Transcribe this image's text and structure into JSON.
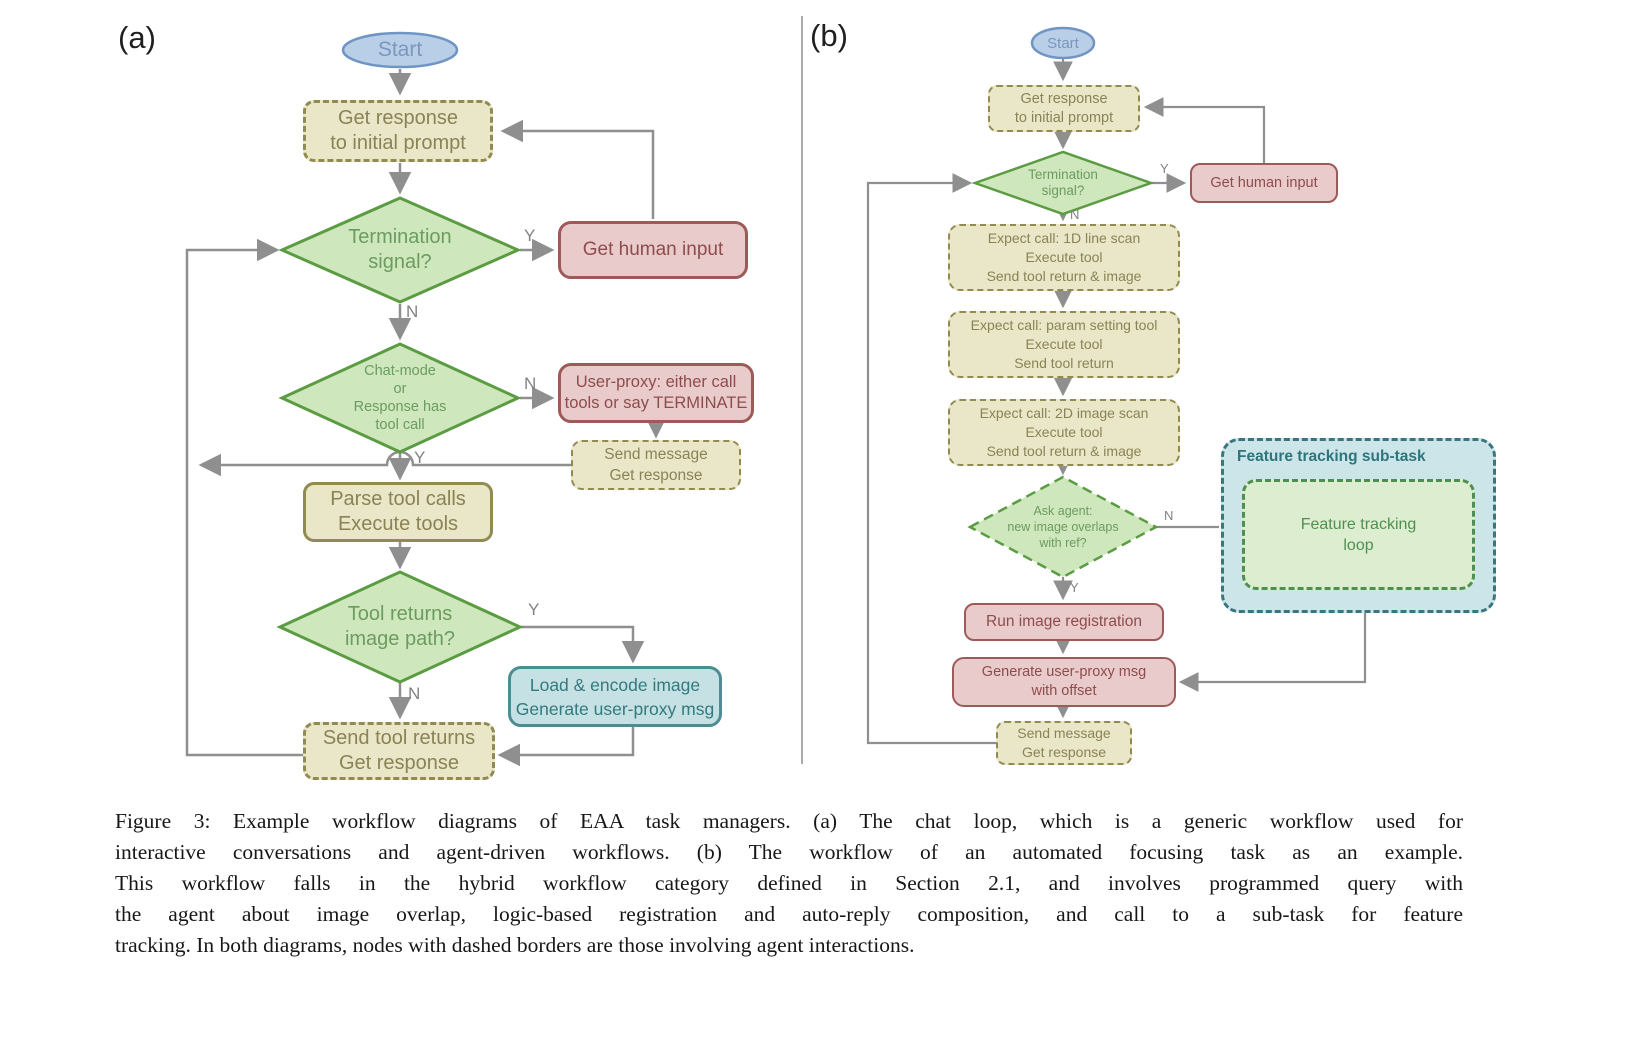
{
  "figure": {
    "panel_a_label": "(a)",
    "panel_b_label": "(b)",
    "labels": {
      "yes": "Y",
      "no": "N"
    },
    "a": {
      "start": "Start",
      "get_response": [
        "Get response",
        "to initial prompt"
      ],
      "termination": [
        "Termination",
        "signal?"
      ],
      "get_human_input": "Get human input",
      "chat_mode": [
        "Chat-mode",
        "or",
        "Response has",
        "tool call"
      ],
      "user_proxy": [
        "User-proxy: either call",
        "tools or say TERMINATE"
      ],
      "send_message": [
        "Send message",
        "Get response"
      ],
      "parse_tools": [
        "Parse tool calls",
        "Execute tools"
      ],
      "tool_returns": [
        "Tool returns",
        "image path?"
      ],
      "load_encode": [
        "Load & encode image",
        "Generate user-proxy msg"
      ],
      "send_tool_returns": [
        "Send tool returns",
        "Get response"
      ]
    },
    "b": {
      "start": "Start",
      "get_response": [
        "Get response",
        "to initial prompt"
      ],
      "termination": [
        "Termination",
        "signal?"
      ],
      "get_human_input": "Get human input",
      "expect_1d": [
        "Expect call: 1D line scan",
        "Execute tool",
        "Send tool return & image"
      ],
      "expect_param": [
        "Expect call: param setting tool",
        "Execute tool",
        "Send tool return"
      ],
      "expect_2d": [
        "Expect call: 2D image scan",
        "Execute tool",
        "Send tool return & image"
      ],
      "ask_agent": [
        "Ask agent:",
        "new image overlaps",
        "with ref?"
      ],
      "subtask_title": "Feature tracking sub-task",
      "feature_loop": [
        "Feature tracking",
        "loop"
      ],
      "run_registration": "Run image registration",
      "generate_msg": [
        "Generate user-proxy msg",
        "with offset"
      ],
      "send_message": [
        "Send message",
        "Get response"
      ]
    },
    "colors": {
      "tan_fill": "#eae6c8",
      "tan_border": "#928b51",
      "tan_text": "#8a8355",
      "green_fill": "#cfe7bd",
      "green_border": "#5b9c43",
      "green_text": "#6b9c60",
      "red_fill": "#e8cbca",
      "red_border": "#9d5a59",
      "red_text": "#8e4d4c",
      "teal_fill": "#c5e1e3",
      "teal_border": "#4b8d92",
      "teal_text": "#337a7f",
      "subtask_fill": "#cbe5e8",
      "subtask_border": "#3a7680",
      "subtask_title": "#2e757e",
      "loop_fill": "#ddedd0",
      "loop_border": "#4f9051",
      "blue_fill": "#b9cee7",
      "blue_border": "#7095c3",
      "blue_text": "#7c96bf",
      "wire": "#8f8f8f"
    }
  },
  "caption": {
    "lines": [
      "Figure 3: Example workflow diagrams of EAA task managers. (a) The chat loop, which is a generic workflow used for",
      "interactive conversations and agent-driven workflows. (b) The workflow of an automated focusing task as an example.",
      "This workflow falls in the hybrid workflow category defined in Section 2.1, and involves programmed query with",
      "the agent about image overlap, logic-based registration and auto-reply composition, and call to a sub-task for feature",
      "tracking. In both diagrams, nodes with dashed borders are those involving agent interactions."
    ]
  }
}
